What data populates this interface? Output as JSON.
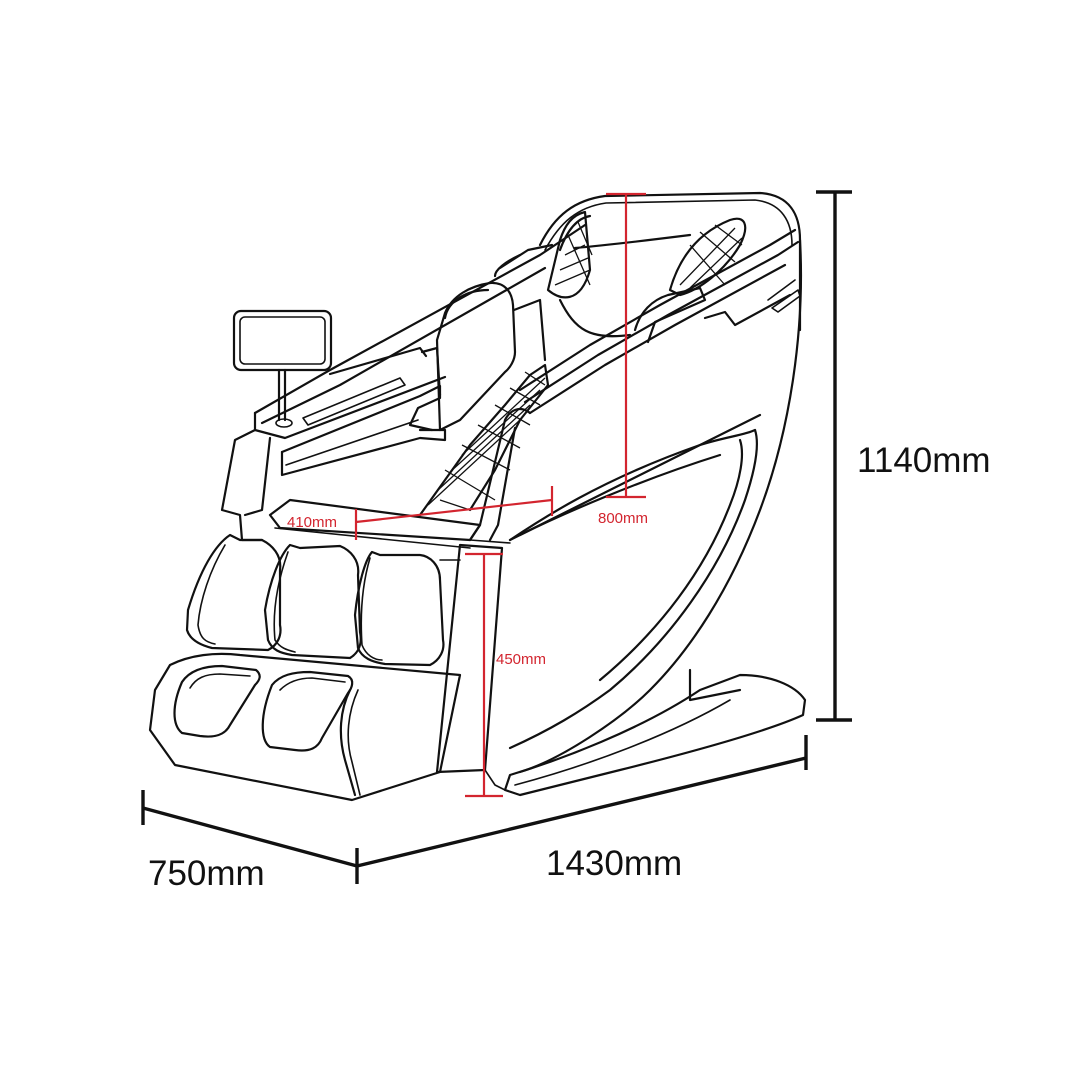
{
  "diagram": {
    "subject": "Massage chair dimension drawing",
    "colors": {
      "outline": "#111111",
      "overall_dimensions": "#111111",
      "detail_dimensions": "#d3252f",
      "background": "#ffffff"
    },
    "dimensions": {
      "height": {
        "label": "1140mm",
        "description": "overall height"
      },
      "length": {
        "label": "1430mm",
        "description": "overall length"
      },
      "width": {
        "label": "750mm",
        "description": "overall width"
      },
      "backrest_height": {
        "label": "800mm",
        "description": "backrest height"
      },
      "seat_width": {
        "label": "410mm",
        "description": "seat width"
      },
      "seat_height": {
        "label": "450mm",
        "description": "seat height from floor"
      }
    },
    "components": [
      "tablet-controller",
      "headrest",
      "backrest",
      "armrest",
      "side-shell",
      "calf-massager",
      "foot-massager",
      "base"
    ]
  }
}
